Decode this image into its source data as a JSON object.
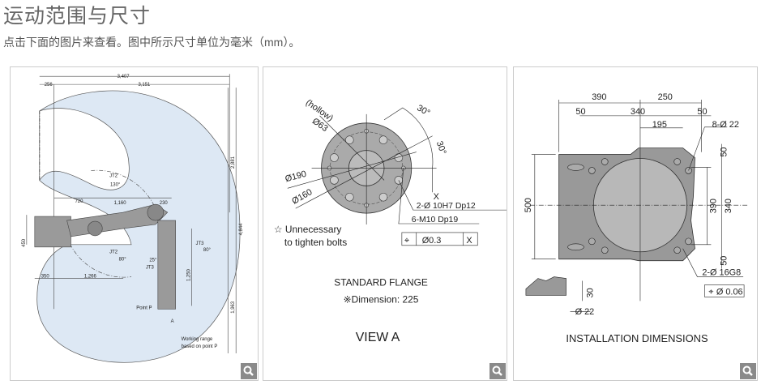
{
  "header": {
    "title": "运动范围与尺寸",
    "subtitle": "点击下面的图片来查看。图中所示尺寸单位为毫米（mm）。"
  },
  "panels": {
    "range": {
      "dims": {
        "d3407": "3,407",
        "d256": "256",
        "d3151": "3,151",
        "d2881": "2,881",
        "d4844": "4,844",
        "d1963": "1,963",
        "d720": "720",
        "d1160": "1,160",
        "d230": "230",
        "d450": "450",
        "d350": "350",
        "d1266": "1,266",
        "d1250": "1,250"
      },
      "jt2_upper": "JT2",
      "jt2_upper_angle": "130°",
      "jt2_lower": "JT2",
      "jt2_lower_angle": "80°",
      "jt3_upper": "JT3",
      "jt3_upper_angle": "80°",
      "jt3_lower": "JT3",
      "jt3_lower_angle": "25°",
      "point_p": "Point P",
      "view_a": "A",
      "working_range_1": "Working range",
      "working_range_2": "based on point P",
      "fill_color": "#dde8f4"
    },
    "flange": {
      "hollow": "(hollow)",
      "d63": "Ø63",
      "d190": "Ø190",
      "d160": "Ø160",
      "angle1": "30°",
      "angle2": "30°",
      "datum": "X",
      "pin_holes": "2-Ø 10H7 Dp12",
      "tapped_holes": "6-M10 Dp19",
      "tolerance": {
        "symbol": "⌖",
        "value": "Ø0.3",
        "datum": "X"
      },
      "note_1": "☆ Unnecessary",
      "note_2": "to tighten bolts",
      "caption_1": "STANDARD FLANGE",
      "caption_2": "※Dimension:  225",
      "view": "VIEW A"
    },
    "install": {
      "d390": "390",
      "d250": "250",
      "d50a": "50",
      "d340": "340",
      "d50b": "50",
      "d195": "195",
      "holes": "8-Ø 22",
      "d500": "500",
      "d390v": "390",
      "d340v": "340",
      "d50v1": "50",
      "d50v2": "50",
      "pin_holes": "2-Ø 16G8",
      "tolerance": {
        "symbol": "⌖",
        "value": "Ø 0.06"
      },
      "d30": "30",
      "d22": "Ø 22",
      "caption": "INSTALLATION DIMENSIONS"
    }
  },
  "zoom_icon": "magnifier-icon"
}
